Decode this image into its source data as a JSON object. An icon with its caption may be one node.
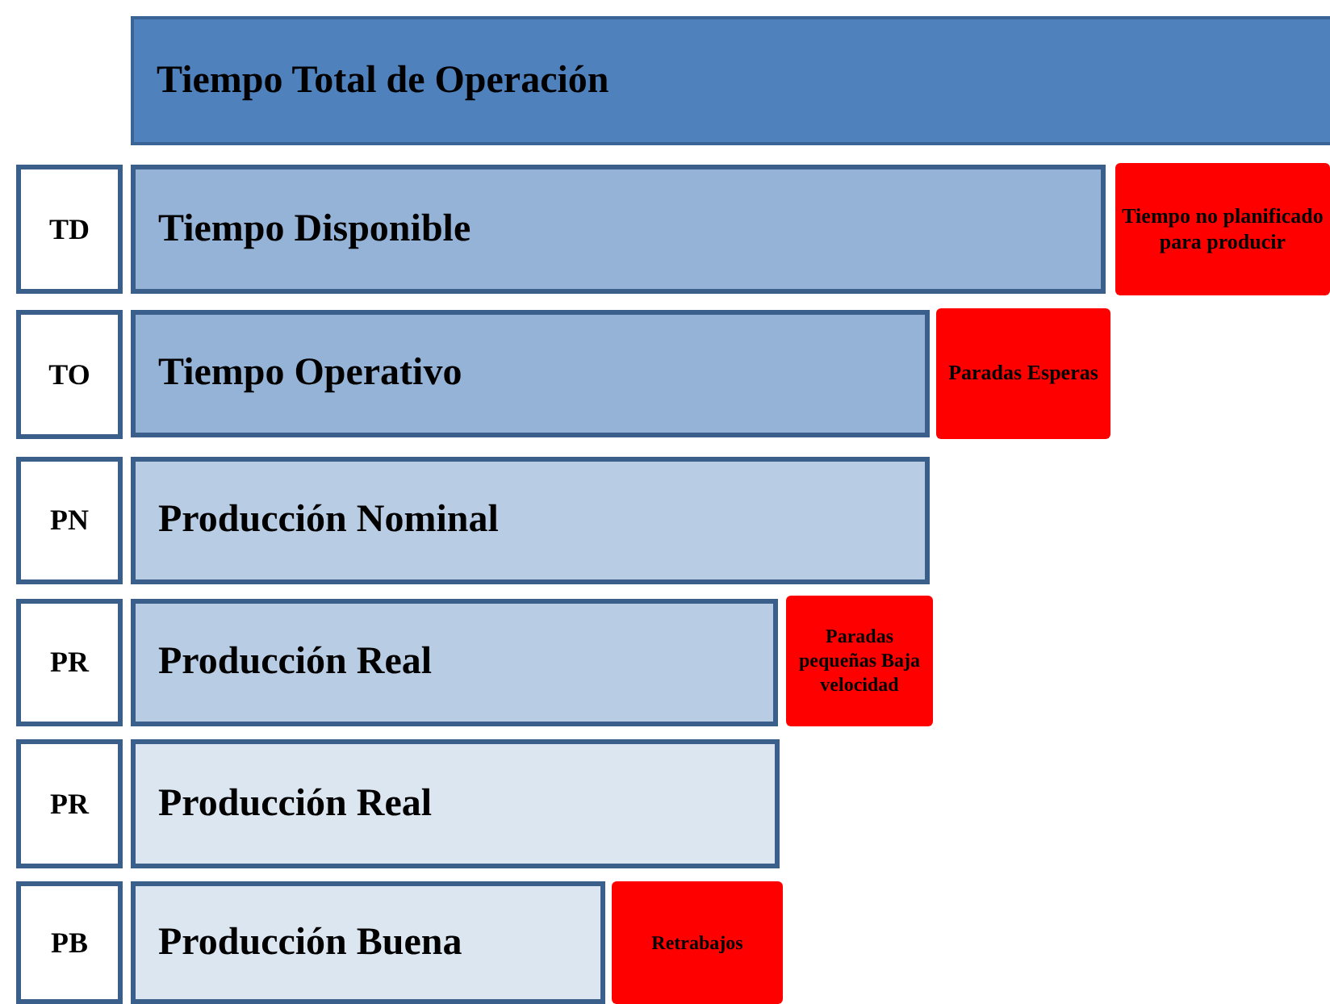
{
  "diagram": {
    "nodes": [
      {
        "text": [
          "Tiempo Total de Operación"
        ]
      },
      {
        "text": [
          "TD"
        ]
      },
      {
        "text": [
          "Tiempo Disponible"
        ]
      },
      {
        "text": [
          "Tiempo no planificado para producir"
        ]
      },
      {
        "text": [
          "TO"
        ]
      },
      {
        "text": [
          "Tiempo Operativo"
        ]
      },
      {
        "text": [
          "Paradas Esperas"
        ]
      },
      {
        "text": [
          "PN"
        ]
      },
      {
        "text": [
          "Producción Nominal"
        ]
      },
      {
        "text": [
          "PR"
        ]
      },
      {
        "text": [
          "Producción Real"
        ]
      },
      {
        "text": [
          "Paradas pequeñas Baja velocidad"
        ]
      },
      {
        "text": [
          "PR"
        ]
      },
      {
        "text": [
          "Producción Real"
        ]
      },
      {
        "text": [
          "PB"
        ]
      },
      {
        "text": [
          "Producción Buena"
        ]
      },
      {
        "text": [
          "Retrabajos"
        ]
      }
    ]
  }
}
